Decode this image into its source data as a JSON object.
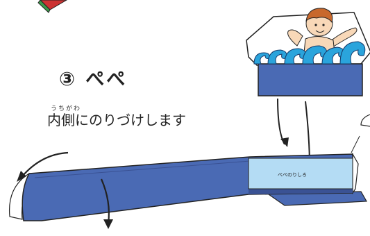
{
  "step": {
    "title": "③ ぺぺ",
    "ruby": "うちがわ",
    "instruction": "内側にのりづけします"
  },
  "glue_area": {
    "label": "ぺぺのりしろ"
  },
  "icons": [
    "boy-in-waves-illustration",
    "fold-arrow-icon",
    "box-corner-piece"
  ],
  "colors": {
    "band_blue": "#4a6ab4",
    "band_dark": "#3a5294",
    "glue_light": "#b4dcf4",
    "wave_blue": "#2aa4dc",
    "skin": "#f8d8b8",
    "hair": "#c8682c",
    "outline": "#222222"
  }
}
